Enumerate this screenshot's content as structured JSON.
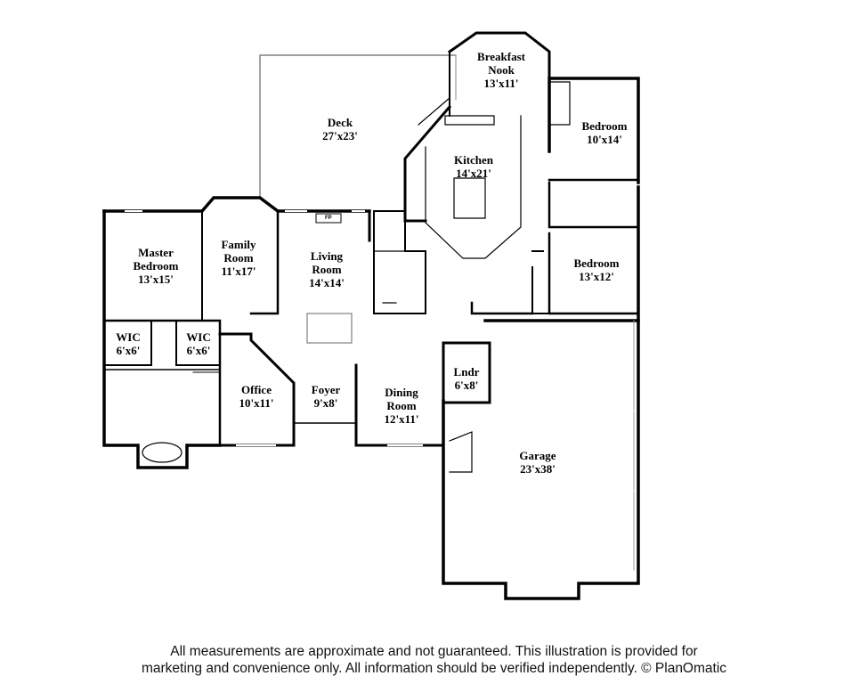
{
  "rooms": [
    {
      "id": "breakfast-nook",
      "name_lines": [
        "Breakfast",
        "Nook"
      ],
      "dims": "13'x11'"
    },
    {
      "id": "deck",
      "name_lines": [
        "Deck"
      ],
      "dims": "27'x23'"
    },
    {
      "id": "bedroom-1",
      "name_lines": [
        "Bedroom"
      ],
      "dims": "10'x14'"
    },
    {
      "id": "kitchen",
      "name_lines": [
        "Kitchen"
      ],
      "dims": "14'x21'"
    },
    {
      "id": "family-room",
      "name_lines": [
        "Family",
        "Room"
      ],
      "dims": "11'x17'"
    },
    {
      "id": "master-bedroom",
      "name_lines": [
        "Master",
        "Bedroom"
      ],
      "dims": "13'x15'"
    },
    {
      "id": "living-room",
      "name_lines": [
        "Living",
        "Room"
      ],
      "dims": "14'x14'"
    },
    {
      "id": "bedroom-2",
      "name_lines": [
        "Bedroom"
      ],
      "dims": "13'x12'"
    },
    {
      "id": "wic-1",
      "name_lines": [
        "WIC"
      ],
      "dims": "6'x6'"
    },
    {
      "id": "wic-2",
      "name_lines": [
        "WIC"
      ],
      "dims": "6'x6'"
    },
    {
      "id": "lndr",
      "name_lines": [
        "Lndr"
      ],
      "dims": "6'x8'"
    },
    {
      "id": "office",
      "name_lines": [
        "Office"
      ],
      "dims": "10'x11'"
    },
    {
      "id": "foyer",
      "name_lines": [
        "Foyer"
      ],
      "dims": "9'x8'"
    },
    {
      "id": "dining-room",
      "name_lines": [
        "Dining",
        "Room"
      ],
      "dims": "12'x11'"
    },
    {
      "id": "garage",
      "name_lines": [
        "Garage"
      ],
      "dims": "23'x38'"
    }
  ],
  "fireplace_label": "FP",
  "disclaimer": {
    "line1": "All measurements are approximate and not guaranteed. This illustration is provided for",
    "line2": "marketing and convenience only. All information should be verified independently. © PlanOmatic"
  }
}
